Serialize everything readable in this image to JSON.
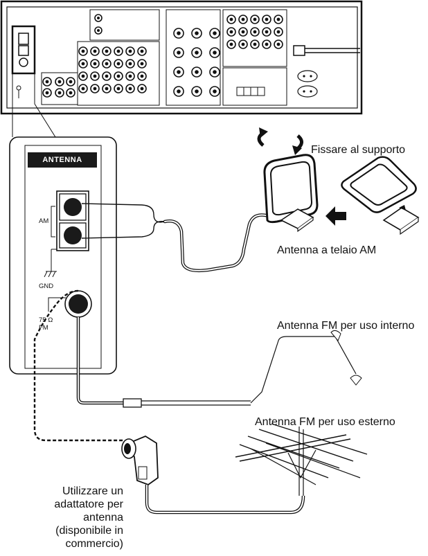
{
  "panel": {
    "header": "ANTENNA",
    "am_label": "AM",
    "gnd_label": "GND",
    "fm_ohm_label": "75 Ω",
    "fm_label": "FM"
  },
  "callouts": {
    "fix_to_support": "Fissare al supporto",
    "am_loop_antenna": "Antenna a telaio AM",
    "fm_indoor_antenna": "Antenna FM per uso interno",
    "fm_outdoor_antenna": "Antenna FM per uso esterno",
    "adapter_note_lines": [
      "Utilizzare un",
      "adattatore per",
      "antenna",
      "(disponibile in",
      "commercio)"
    ]
  },
  "colors": {
    "line": "#111111",
    "fill_dark": "#1a1a1a",
    "panel_fill": "#ffffff",
    "shadow": "#cfcfcf"
  }
}
